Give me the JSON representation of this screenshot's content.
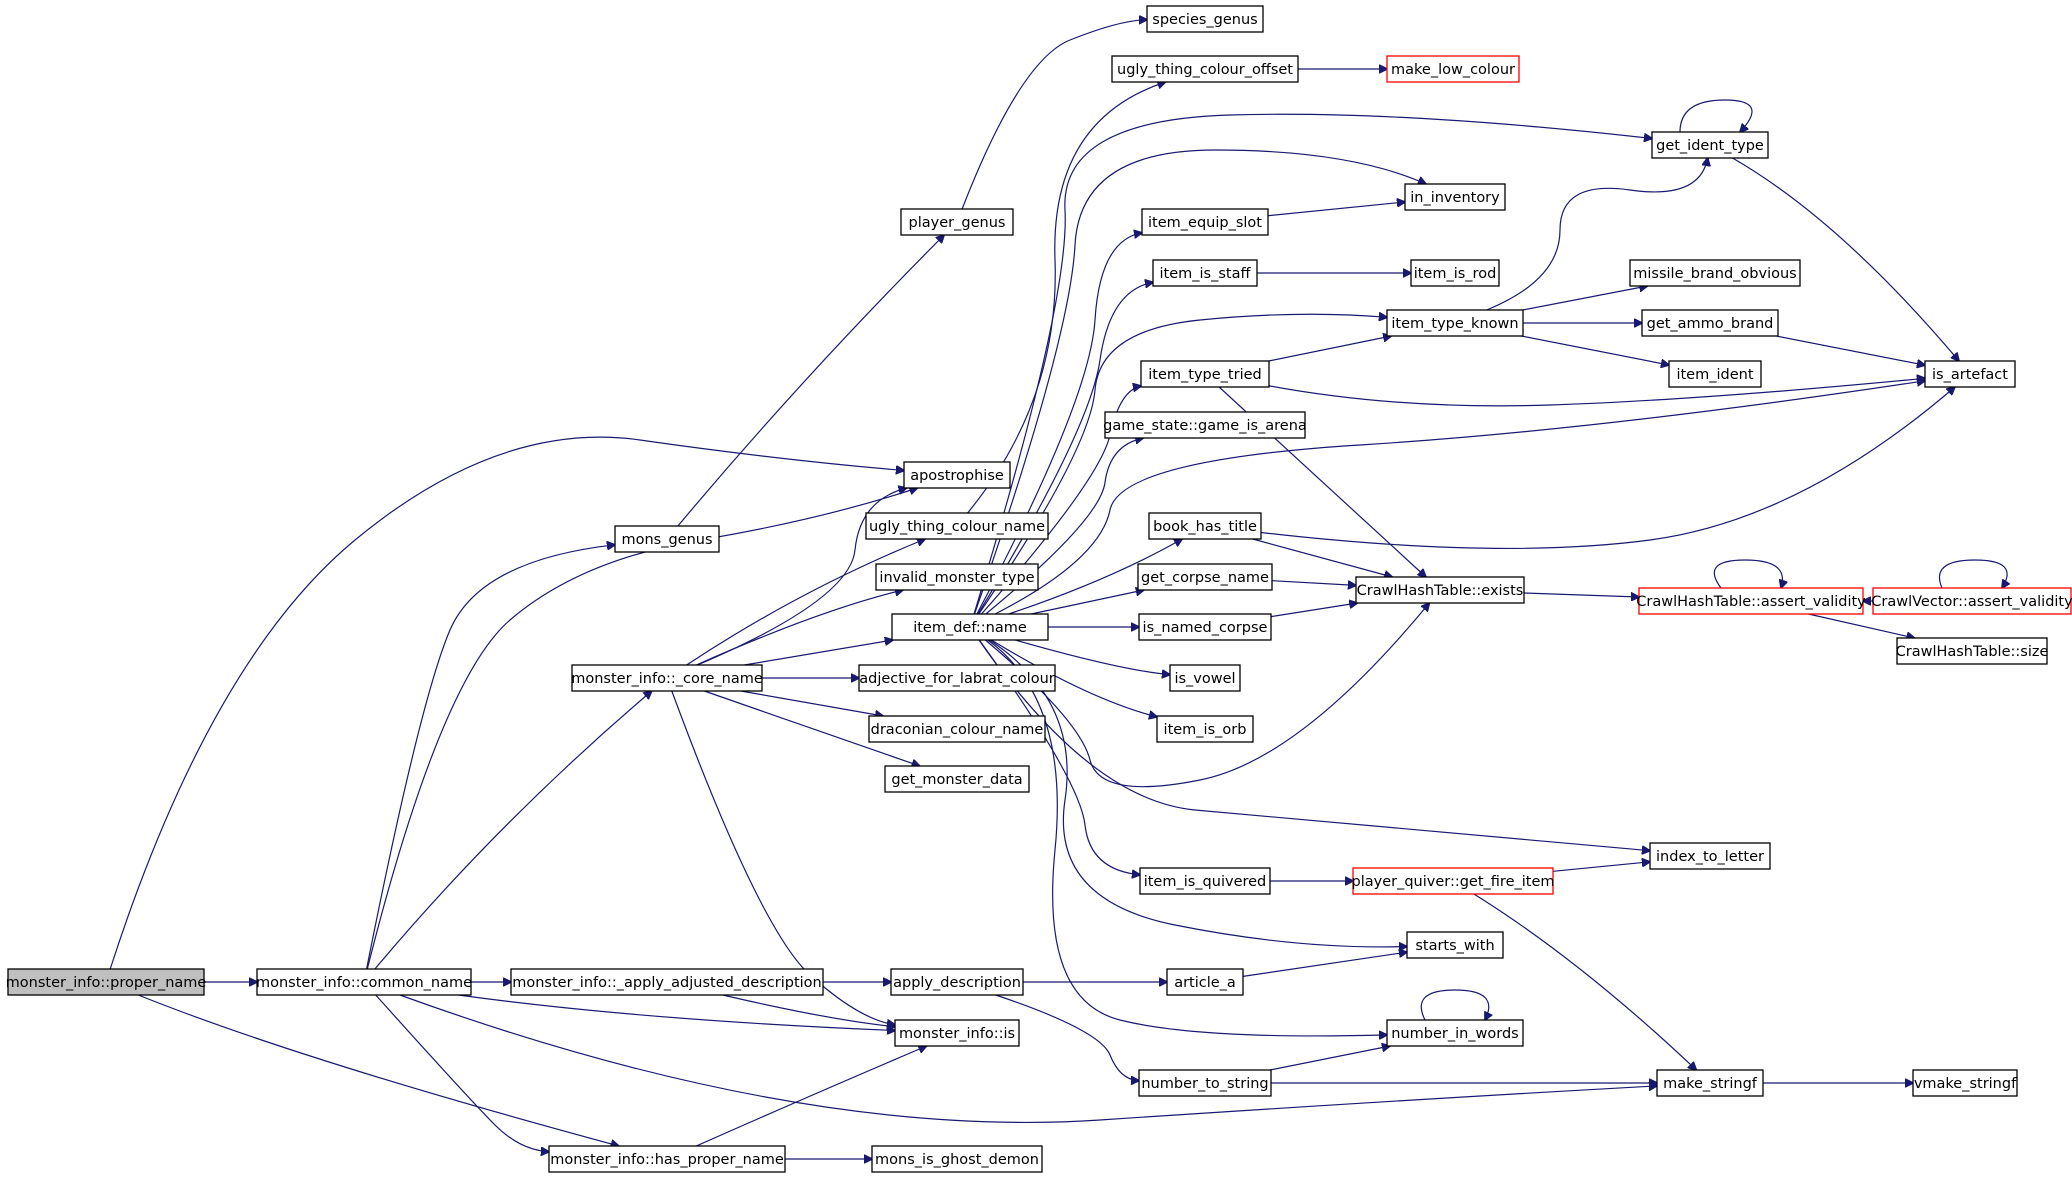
{
  "diagram": {
    "colors": {
      "edge": "#191970",
      "node_border": "#000000",
      "truncated_border": "#ff0000",
      "root_fill": "#bfbfbf",
      "background": "#ffffff"
    },
    "nodes": [
      {
        "id": "proper_name",
        "label": "monster_info::proper_name",
        "root": true
      },
      {
        "id": "common_name",
        "label": "monster_info::common_name"
      },
      {
        "id": "has_proper_name",
        "label": "monster_info::has_proper_name"
      },
      {
        "id": "core_name",
        "label": "monster_info::_core_name"
      },
      {
        "id": "mons_genus",
        "label": "mons_genus"
      },
      {
        "id": "apostrophise",
        "label": "apostrophise"
      },
      {
        "id": "apply_adj",
        "label": "monster_info::_apply_adjusted_description"
      },
      {
        "id": "mi_is",
        "label": "monster_info::is"
      },
      {
        "id": "mons_is_ghost_demon",
        "label": "mons_is_ghost_demon"
      },
      {
        "id": "player_genus",
        "label": "player_genus"
      },
      {
        "id": "species_genus",
        "label": "species_genus"
      },
      {
        "id": "ugly_name",
        "label": "ugly_thing_colour_name"
      },
      {
        "id": "invalid_monster_type",
        "label": "invalid_monster_type"
      },
      {
        "id": "item_def_name",
        "label": "item_def::name"
      },
      {
        "id": "adj_labrat",
        "label": "adjective_for_labrat_colour"
      },
      {
        "id": "draconian_colour_name",
        "label": "draconian_colour_name"
      },
      {
        "id": "get_monster_data",
        "label": "get_monster_data"
      },
      {
        "id": "apply_description",
        "label": "apply_description"
      },
      {
        "id": "ugly_offset",
        "label": "ugly_thing_colour_offset"
      },
      {
        "id": "make_low_colour",
        "label": "make_low_colour",
        "truncated": true
      },
      {
        "id": "get_ident_type",
        "label": "get_ident_type"
      },
      {
        "id": "in_inventory",
        "label": "in_inventory"
      },
      {
        "id": "item_equip_slot",
        "label": "item_equip_slot"
      },
      {
        "id": "item_is_staff",
        "label": "item_is_staff"
      },
      {
        "id": "item_is_rod",
        "label": "item_is_rod"
      },
      {
        "id": "item_type_known",
        "label": "item_type_known"
      },
      {
        "id": "missile_brand_obvious",
        "label": "missile_brand_obvious"
      },
      {
        "id": "get_ammo_brand",
        "label": "get_ammo_brand"
      },
      {
        "id": "item_ident",
        "label": "item_ident"
      },
      {
        "id": "is_artefact",
        "label": "is_artefact"
      },
      {
        "id": "item_type_tried",
        "label": "item_type_tried"
      },
      {
        "id": "game_is_arena",
        "label": "game_state::game_is_arena"
      },
      {
        "id": "book_has_title",
        "label": "book_has_title"
      },
      {
        "id": "get_corpse_name",
        "label": "get_corpse_name"
      },
      {
        "id": "is_named_corpse",
        "label": "is_named_corpse"
      },
      {
        "id": "is_vowel",
        "label": "is_vowel"
      },
      {
        "id": "item_is_orb",
        "label": "item_is_orb"
      },
      {
        "id": "hash_exists",
        "label": "CrawlHashTable::exists"
      },
      {
        "id": "hash_assert",
        "label": "CrawlHashTable::assert_validity",
        "truncated": true
      },
      {
        "id": "vec_assert",
        "label": "CrawlVector::assert_validity",
        "truncated": true
      },
      {
        "id": "hash_size",
        "label": "CrawlHashTable::size"
      },
      {
        "id": "index_to_letter",
        "label": "index_to_letter"
      },
      {
        "id": "item_is_quivered",
        "label": "item_is_quivered"
      },
      {
        "id": "get_fire_item",
        "label": "player_quiver::get_fire_item",
        "truncated": true
      },
      {
        "id": "starts_with",
        "label": "starts_with"
      },
      {
        "id": "article_a",
        "label": "article_a"
      },
      {
        "id": "number_in_words",
        "label": "number_in_words"
      },
      {
        "id": "number_to_string",
        "label": "number_to_string"
      },
      {
        "id": "make_stringf",
        "label": "make_stringf"
      },
      {
        "id": "vmake_stringf",
        "label": "vmake_stringf"
      }
    ]
  }
}
